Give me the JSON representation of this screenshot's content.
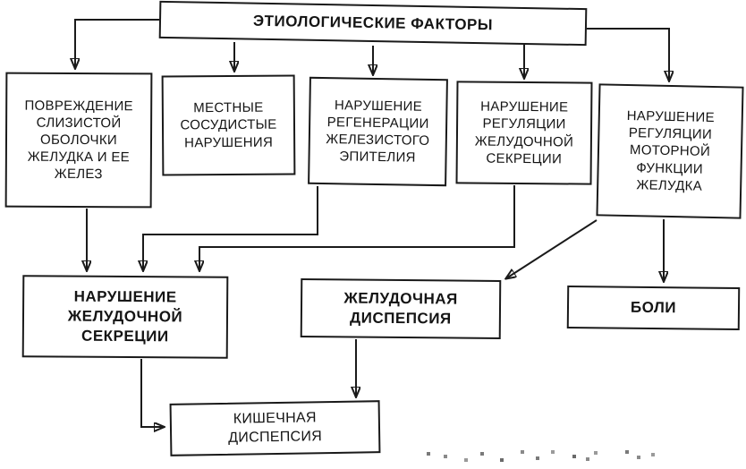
{
  "diagram": {
    "language": "ru",
    "background_color": "#ffffff",
    "line_color": "#1a1a1a",
    "nodes": [
      {
        "id": "etiological-factors",
        "label": "ЭТИОЛОГИЧЕСКИЕ ФАКТОРЫ",
        "emphasis": "bold"
      },
      {
        "id": "mucosa-damage",
        "label": "ПОВРЕЖДЕНИЕ\nСЛИЗИСТОЙ\nОБОЛОЧКИ\nЖЕЛУДКА И ЕЕ\nЖЕЛЕЗ",
        "emphasis": "regular"
      },
      {
        "id": "local-vascular-disorders",
        "label": "МЕСТНЫЕ\nСОСУДИСТЫЕ\nНАРУШЕНИЯ",
        "emphasis": "regular"
      },
      {
        "id": "epithelium-regeneration-disorder",
        "label": "НАРУШЕНИЕ\nРЕГЕНЕРАЦИИ\nЖЕЛЕЗИСТОГО\nЭПИТЕЛИЯ",
        "emphasis": "regular"
      },
      {
        "id": "secretion-regulation-disorder",
        "label": "НАРУШЕНИЕ\nРЕГУЛЯЦИИ\nЖЕЛУДОЧНОЙ\nСЕКРЕЦИИ",
        "emphasis": "regular"
      },
      {
        "id": "motor-regulation-disorder",
        "label": "НАРУШЕНИЕ\nРЕГУЛЯЦИИ\nМОТОРНОЙ\nФУНКЦИИ\nЖЕЛУДКА",
        "emphasis": "regular"
      },
      {
        "id": "gastric-secretion-disorder",
        "label": "НАРУШЕНИЕ\nЖЕЛУДОЧНОЙ\nСЕКРЕЦИИ",
        "emphasis": "bold"
      },
      {
        "id": "gastric-dyspepsia",
        "label": "ЖЕЛУДОЧНАЯ\nДИСПЕПСИЯ",
        "emphasis": "bold"
      },
      {
        "id": "pain",
        "label": "БОЛИ",
        "emphasis": "bold"
      },
      {
        "id": "intestinal-dyspepsia",
        "label": "КИШЕЧНАЯ\nДИСПЕПСИЯ",
        "emphasis": "regular"
      }
    ],
    "edges": [
      {
        "from": "etiological-factors",
        "to": "mucosa-damage"
      },
      {
        "from": "etiological-factors",
        "to": "local-vascular-disorders"
      },
      {
        "from": "etiological-factors",
        "to": "epithelium-regeneration-disorder"
      },
      {
        "from": "etiological-factors",
        "to": "secretion-regulation-disorder"
      },
      {
        "from": "etiological-factors",
        "to": "motor-regulation-disorder"
      },
      {
        "from": "mucosa-damage",
        "to": "gastric-secretion-disorder"
      },
      {
        "from": "epithelium-regeneration-disorder",
        "to": "gastric-secretion-disorder"
      },
      {
        "from": "secretion-regulation-disorder",
        "to": "gastric-secretion-disorder"
      },
      {
        "from": "motor-regulation-disorder",
        "to": "gastric-dyspepsia"
      },
      {
        "from": "motor-regulation-disorder",
        "to": "pain"
      },
      {
        "from": "gastric-secretion-disorder",
        "to": "intestinal-dyspepsia"
      },
      {
        "from": "gastric-dyspepsia",
        "to": "intestinal-dyspepsia"
      }
    ]
  }
}
